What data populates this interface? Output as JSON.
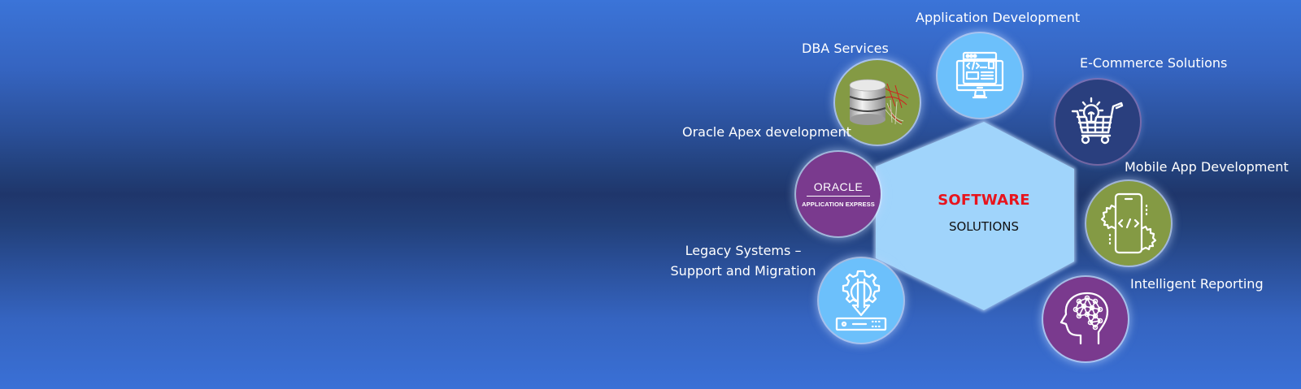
{
  "colors": {
    "background_top": "#3b74d8",
    "background_mid": "#1f366b",
    "hexagon_fill": "#a0d4fb",
    "title_red": "#e8141d",
    "olive": "#849a44",
    "purple": "#7a3a8e",
    "navy": "#2a3f7e",
    "light_blue": "#6cc0fb"
  },
  "center": {
    "title": "SOFTWARE",
    "subtitle": "SOLUTIONS"
  },
  "services": [
    {
      "label": "Application Development",
      "icon": "web-development-monitor-icon"
    },
    {
      "label": "DBA Services",
      "icon": "database-sql-server-icon"
    },
    {
      "label": "E-Commerce Solutions",
      "icon": "shopping-cart-lightbulb-icon"
    },
    {
      "label": "Oracle Apex development",
      "icon": "oracle-apex-logo",
      "logo_text": "ORACLE",
      "logo_sub": "APPLICATION EXPRESS"
    },
    {
      "label": "Mobile App Development",
      "icon": "mobile-code-gears-icon"
    },
    {
      "label_line1": "Legacy Systems –",
      "label_line2": "Support and Migration",
      "icon": "gear-download-server-icon"
    },
    {
      "label": "Intelligent Reporting",
      "icon": "brain-head-network-icon"
    }
  ]
}
